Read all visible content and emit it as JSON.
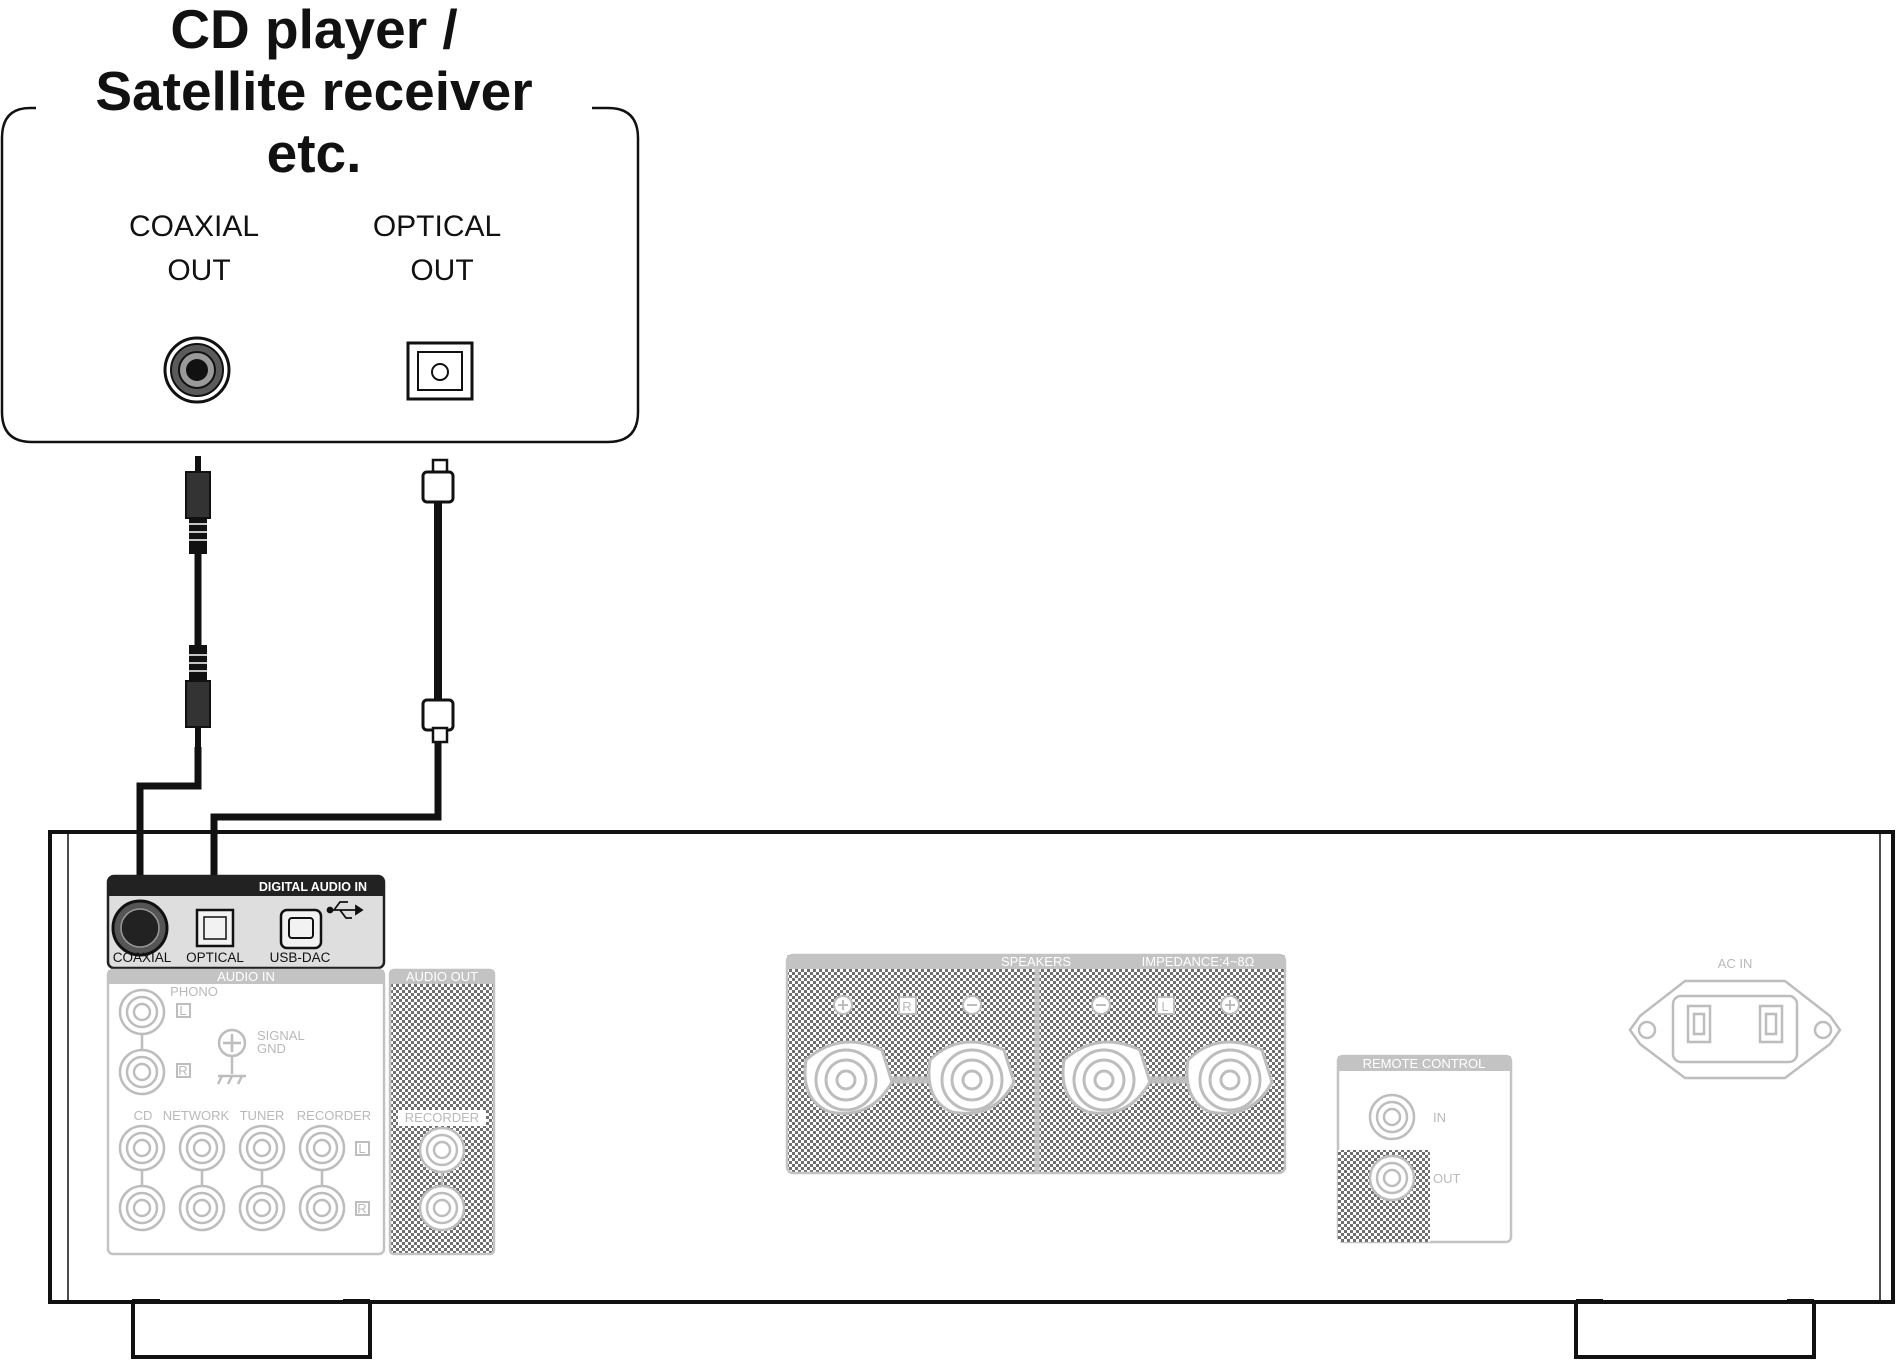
{
  "source_device": {
    "title_lines": [
      "CD player /",
      "Satellite receiver",
      "etc."
    ],
    "coaxial_label": [
      "COAXIAL",
      "OUT"
    ],
    "optical_label": [
      "OPTICAL",
      "OUT"
    ]
  },
  "amplifier": {
    "digital_audio_in": {
      "header": "DIGITAL AUDIO IN",
      "coaxial": "COAXIAL",
      "optical": "OPTICAL",
      "usb_dac": "USB-DAC"
    },
    "audio_in": {
      "header": "AUDIO IN",
      "phono": "PHONO",
      "signal_gnd": [
        "SIGNAL",
        "GND"
      ],
      "columns": [
        "CD",
        "NETWORK",
        "TUNER",
        "RECORDER"
      ],
      "left_marker": "L",
      "right_marker": "R"
    },
    "audio_out": {
      "header": "AUDIO OUT",
      "recorder": "RECORDER"
    },
    "speakers": {
      "header": "SPEAKERS",
      "impedance": "IMPEDANCE:4~8Ω",
      "right_label": "R",
      "left_label": "L"
    },
    "remote_control": {
      "header": "REMOTE CONTROL",
      "in": "IN",
      "out": "OUT"
    },
    "ac_in": "AC IN"
  },
  "colors": {
    "line": "#111111",
    "faded": "#bdbdbd",
    "panel_dark": "#2a2a2a",
    "background": "#ffffff"
  }
}
